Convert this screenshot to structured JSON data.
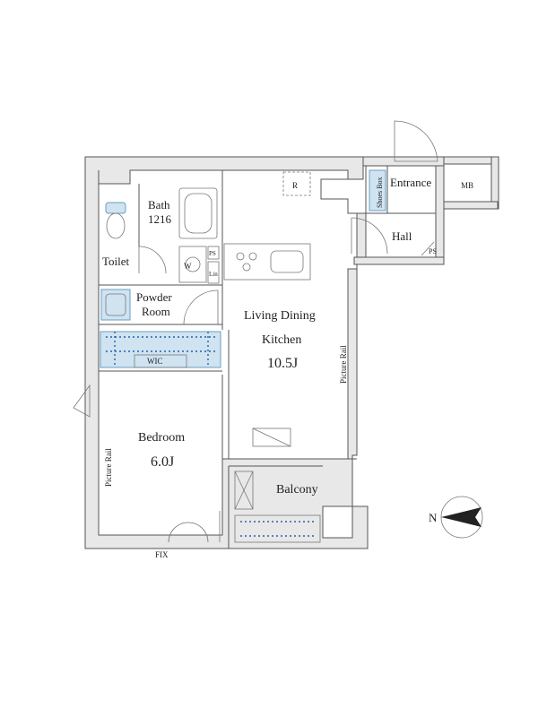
{
  "rooms": {
    "bath": "Bath",
    "bath_size": "1216",
    "toilet": "Toilet",
    "powder_1": "Powder",
    "powder_2": "Room",
    "ldk_1": "Living Dining",
    "ldk_2": "Kitchen",
    "ldk_size": "10.5J",
    "wic": "WIC",
    "bedroom": "Bedroom",
    "bedroom_size": "6.0J",
    "balcony": "Balcony",
    "entrance": "Entrance",
    "hall": "Hall",
    "mb": "MB"
  },
  "fixtures": {
    "refrigerator": "R",
    "washer": "W",
    "pipe_shaft": "PS",
    "linen": "Lin",
    "shoes_box": "Shoes Box",
    "picture_rail": "Picture Rail",
    "fix": "FIX",
    "north": "N"
  },
  "colors": {
    "wall": "#e8e8e8",
    "storage": "#cfe3f1",
    "line": "#555555"
  }
}
